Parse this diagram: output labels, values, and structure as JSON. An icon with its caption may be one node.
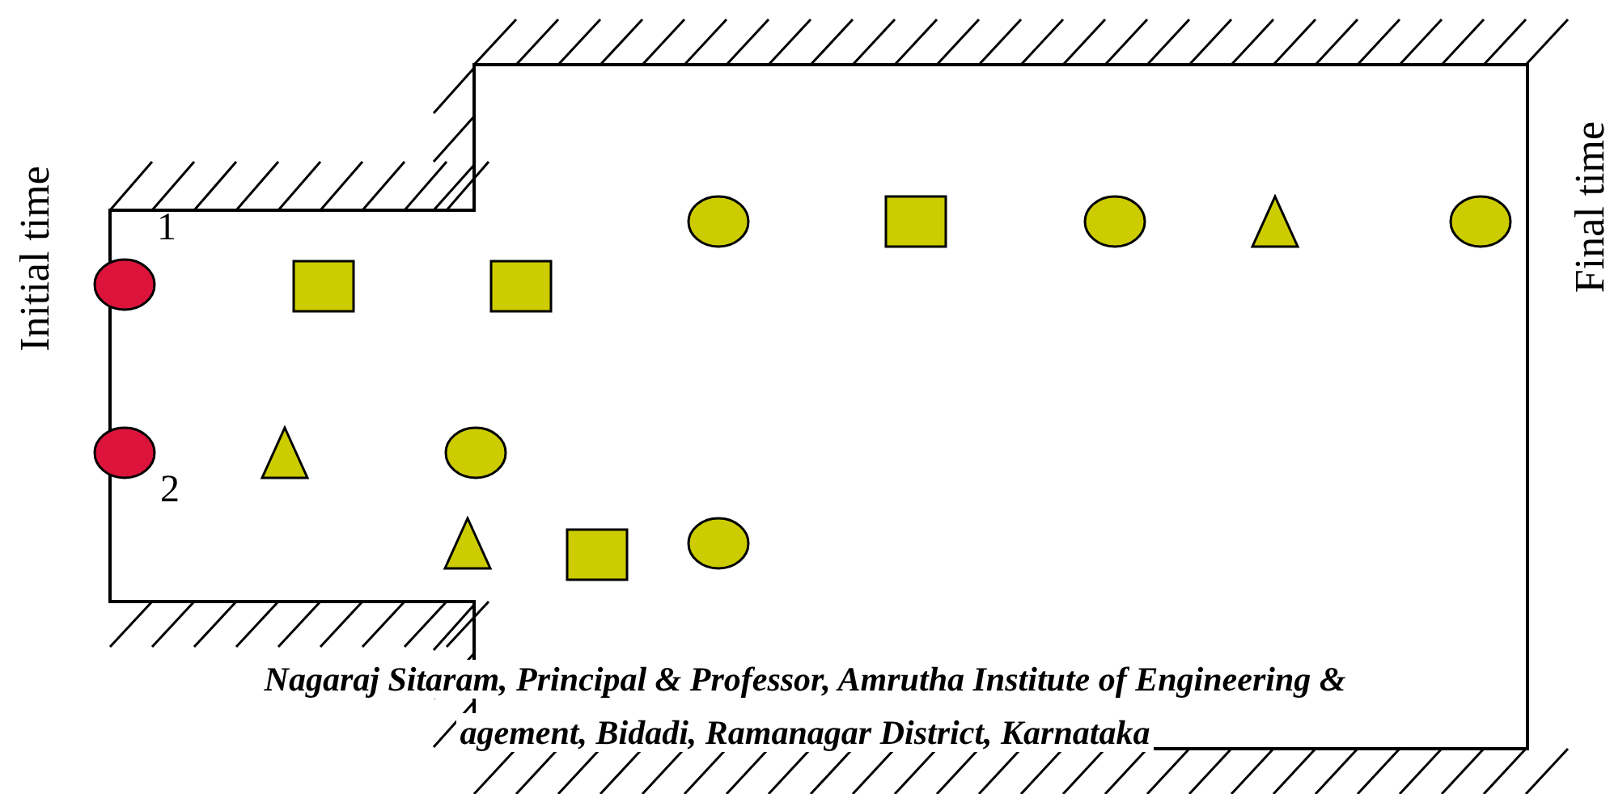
{
  "diagram": {
    "nodes": [
      {
        "text": [],
        "shape": "circle"
      },
      {
        "text": [],
        "shape": "box"
      },
      {
        "text": [],
        "shape": "circle"
      },
      {
        "text": [],
        "shape": "triangle"
      },
      {
        "text": [],
        "shape": "circle"
      },
      {
        "text": [],
        "shape": "circle",
        "beside": [
          "1"
        ]
      },
      {
        "text": [],
        "shape": "box"
      },
      {
        "text": [],
        "shape": "box"
      },
      {
        "text": [],
        "shape": "circle",
        "beside": [
          "2"
        ]
      },
      {
        "text": [],
        "shape": "triangle"
      },
      {
        "text": [],
        "shape": "circle"
      },
      {
        "text": [],
        "shape": "triangle"
      },
      {
        "text": [],
        "shape": "box"
      },
      {
        "text": [],
        "shape": "circle"
      }
    ],
    "edges": [],
    "labels": [
      "Initial time",
      "Final time",
      "Nagaraj Sitaram, Principal & Professor, Amrutha Institute of Engineering &",
      "agement, Bidadi, Ramanagar District, Karnataka"
    ]
  }
}
